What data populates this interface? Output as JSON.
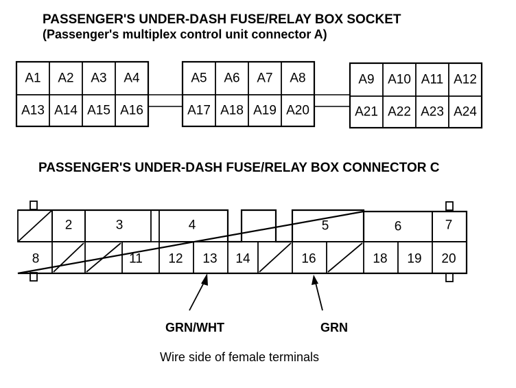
{
  "socket": {
    "title": "PASSENGER'S UNDER-DASH FUSE/RELAY BOX SOCKET",
    "subtitle": "(Passenger's multiplex control unit connector A)",
    "groups": [
      {
        "top": [
          "A1",
          "A2",
          "A3",
          "A4"
        ],
        "bottom": [
          "A13",
          "A14",
          "A15",
          "A16"
        ]
      },
      {
        "top": [
          "A5",
          "A6",
          "A7",
          "A8"
        ],
        "bottom": [
          "A17",
          "A18",
          "A19",
          "A20"
        ]
      },
      {
        "top": [
          "A9",
          "A10",
          "A11",
          "A12"
        ],
        "bottom": [
          "A21",
          "A22",
          "A23",
          "A24"
        ]
      }
    ]
  },
  "connector": {
    "title": "PASSENGER'S UNDER-DASH FUSE/RELAY BOX CONNECTOR C",
    "pins": {
      "p2": "2",
      "p3": "3",
      "p4": "4",
      "p5": "5",
      "p6": "6",
      "p7": "7",
      "p8": "8",
      "p11": "11",
      "p12": "12",
      "p13": "13",
      "p14": "14",
      "p16": "16",
      "p18": "18",
      "p19": "19",
      "p20": "20"
    },
    "wires": {
      "grn_wht": "GRN/WHT",
      "grn": "GRN"
    },
    "caption": "Wire side of female terminals"
  }
}
